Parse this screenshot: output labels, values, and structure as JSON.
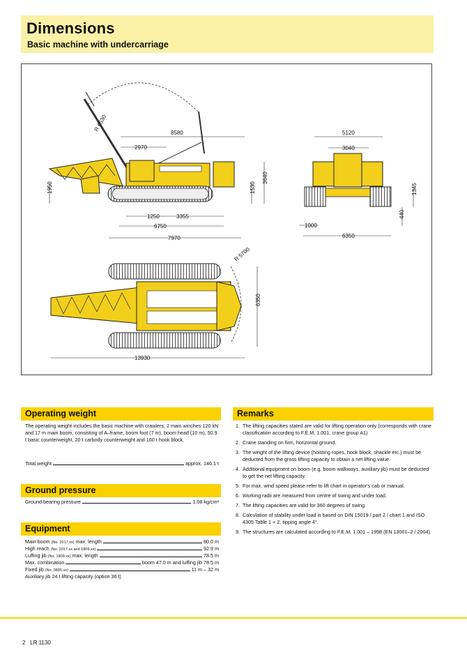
{
  "header": {
    "title": "Dimensions",
    "subtitle": "Basic machine with undercarriage"
  },
  "drawing_labels": {
    "radius_boom": "R 6530",
    "overall_span": "8580",
    "a_frame": "2970",
    "h_1950": "1950",
    "h_1530": "1530",
    "h_3640": "3640",
    "d_1250": "1250",
    "d_3355": "3355",
    "d_6750": "6750",
    "d_7970": "7970",
    "w_5120": "5120",
    "w_3040": "3040",
    "h_1345": "1345",
    "h_440": "440",
    "w_1000": "1000",
    "w_6350": "6350",
    "radius_tail": "R 5700",
    "plan_6350": "6350",
    "plan_13930": "13930"
  },
  "operating_weight": {
    "heading": "Operating weight",
    "text": "The operating weight includes the basic machine with crawlers, 2 main winches 120 kN and 17 m main boom, consisting of A–frame, boom foot (7 m), boom head (10 m), 50.9 t basic counterweight, 20 t carbody counterweight and 160 t hook block.",
    "total_label": "Total weight",
    "total_value": "approx. 146.1 t"
  },
  "ground_pressure": {
    "heading": "Ground pressure",
    "label": "Ground bearing pressure",
    "value": "1.08 kg/cm²"
  },
  "equipment": {
    "heading": "Equipment",
    "rows": [
      {
        "label": "Main boom ",
        "note": "(No. 2017.xx)",
        "suffix": " max. length",
        "value": "80.0 m"
      },
      {
        "label": "High reach ",
        "note": "(No. 2017.xx and 1809.xx)",
        "suffix": "",
        "value": "92.9 m"
      },
      {
        "label": "Luffing jib ",
        "note": "(No. 1809.xx)",
        "suffix": " max. length",
        "value": "78.5 m"
      },
      {
        "label": "Max. combination",
        "note": "",
        "suffix": "",
        "value": "boom 47.0 m and luffing jib 78.5 m"
      },
      {
        "label": "Fixed jib ",
        "note": "(No. 0805.xx)",
        "suffix": "",
        "value": "11 m – 32 m"
      }
    ],
    "aux": "Auxiliary jib 24 t lifting capacity (option 36 t)"
  },
  "remarks": {
    "heading": "Remarks",
    "items": [
      "The lifting capacities stated are valid for lifting operation only (corresponds with crane classification according to F.E.M. 1.001, crane group A1)",
      "Crane standing on firm, horizontal ground.",
      "The weight of the lifting device (hoisting ropes, hook block, shackle etc.) must be deducted from the gross lifting capacity to obtain a net lifting value.",
      "Additional equipment on boom (e.g. boom walkways, auxiliary jib) must be deducted to get the net lifting capacity.",
      "For max. wind speed please refer to lift chart in operator's cab or manual.",
      "Working radii are measured from centre of swing and under load.",
      "The lifting capacities are valid for 360 degrees of swing.",
      "Calculation of stability under load is based on DIN 15019 / part 2 / chart 1 and ISO 4305 Table 1 + 2, tipping angle 4°.",
      "The structures are calculated according to F.E.M. 1.001 – 1998 (EN 13001–2 / 2004)."
    ]
  },
  "footer": {
    "page": "2",
    "model": "LR 1130"
  },
  "colors": {
    "accent": "#fbd100",
    "title_band": "#fbf1a6",
    "machine": "#f2cf1b"
  }
}
